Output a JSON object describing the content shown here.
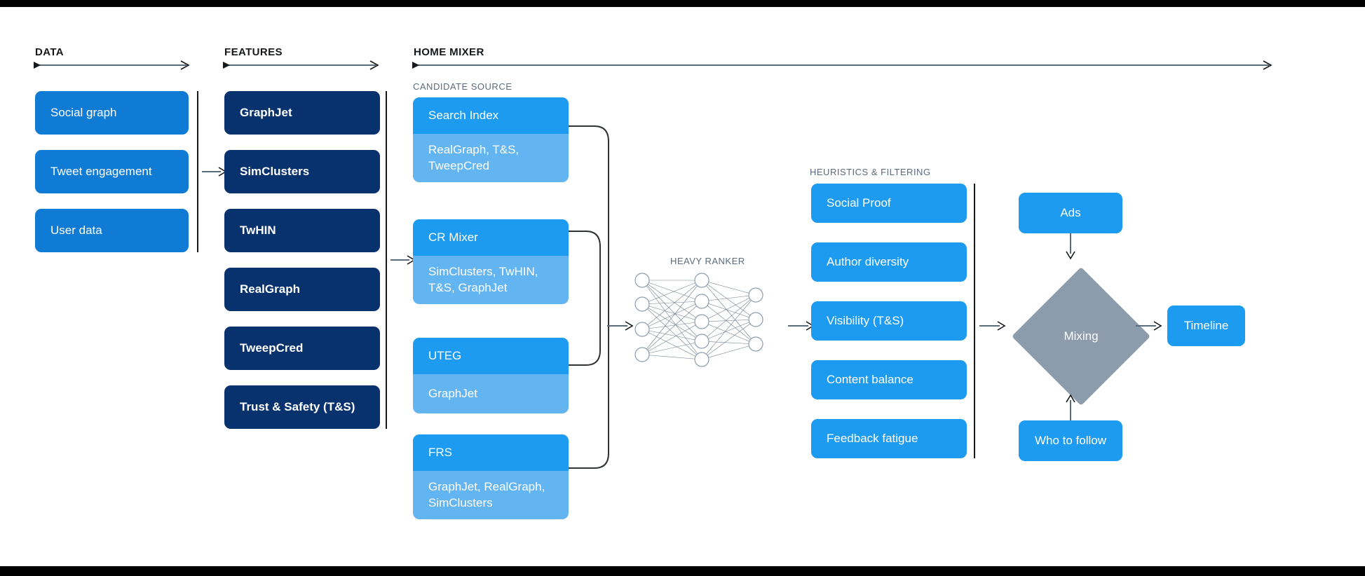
{
  "diagram": {
    "title_stages": [
      {
        "label": "DATA"
      },
      {
        "label": "FEATURES"
      },
      {
        "label": "HOME MIXER"
      }
    ],
    "sublabels": {
      "candidate_source": "CANDIDATE SOURCE",
      "heavy_ranker": "HEAVY RANKER",
      "heuristics": "HEURISTICS & FILTERING"
    },
    "data_column": {
      "items": [
        {
          "label": "Social graph"
        },
        {
          "label": "Tweet engagement"
        },
        {
          "label": "User data"
        }
      ]
    },
    "features_column": {
      "items": [
        {
          "label": "GraphJet"
        },
        {
          "label": "SimClusters"
        },
        {
          "label": "TwHIN"
        },
        {
          "label": "RealGraph"
        },
        {
          "label": "TweepCred"
        },
        {
          "label": "Trust & Safety (T&S)"
        }
      ]
    },
    "candidate_sources": [
      {
        "name": "Search Index",
        "features": "RealGraph, T&S,\nTweepCred"
      },
      {
        "name": "CR Mixer",
        "features": "SimClusters, TwHIN,\nT&S, GraphJet"
      },
      {
        "name": "UTEG",
        "features": "GraphJet"
      },
      {
        "name": "FRS",
        "features": "GraphJet, RealGraph,\nSimClusters"
      }
    ],
    "heavy_ranker": {
      "label": "HEAVY RANKER",
      "layers": [
        4,
        5,
        3
      ]
    },
    "heuristics_items": [
      {
        "label": "Social Proof"
      },
      {
        "label": "Author diversity"
      },
      {
        "label": "Visibility (T&S)"
      },
      {
        "label": "Content balance"
      },
      {
        "label": "Feedback fatigue"
      }
    ],
    "output_stage": {
      "ads": "Ads",
      "mixing": "Mixing",
      "who_to_follow": "Who to follow",
      "timeline": "Timeline"
    },
    "colors": {
      "blue": "#0f7bd4",
      "navy": "#08326e",
      "bright_blue": "#1d9bf0",
      "light_blue": "#62b5f0",
      "gray_diamond": "#8c9cad",
      "text_dark": "#16181c",
      "sub_text": "#5b6b7c"
    }
  }
}
